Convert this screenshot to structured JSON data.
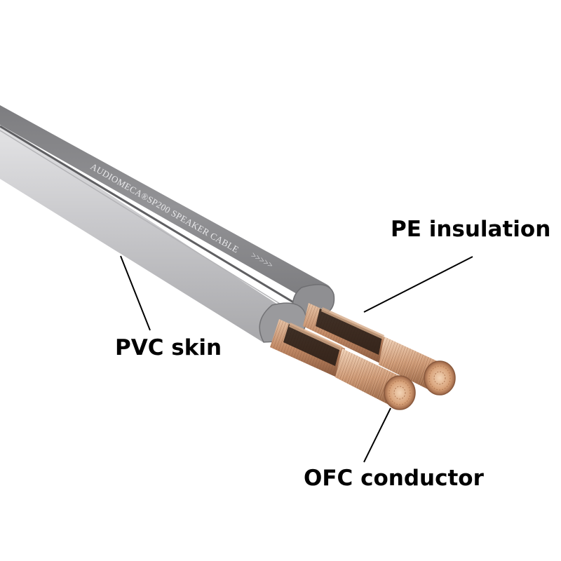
{
  "cable_print": "AUDIOMECA®SP200 SPEAKER CABLE",
  "cable_arrows": ">>>>>",
  "labels": {
    "pe_insulation": "PE insulation",
    "pvc_skin": "PVC skin",
    "ofc_conductor": "OFC conductor"
  },
  "colors": {
    "jacket": "#8c8c8e",
    "copper": "#c8906a",
    "leader": "#000000"
  }
}
